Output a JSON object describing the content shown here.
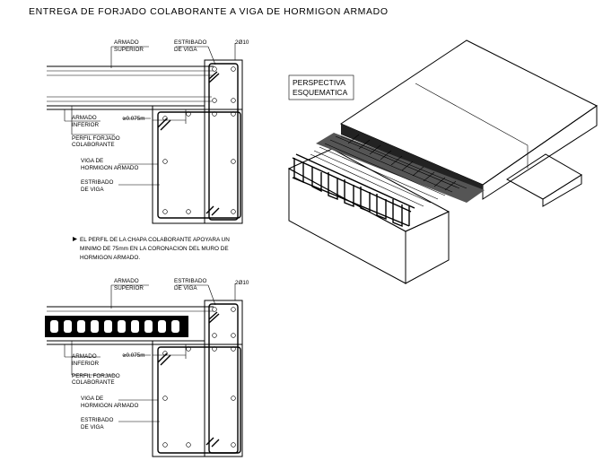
{
  "title": "ENTREGA DE FORJADO COLABORANTE A VIGA DE HORMIGON ARMADO",
  "perspective_label": [
    "PERSPECTIVA",
    "ESQUEMATICA"
  ],
  "note": [
    "EL PERFIL DE LA CHAPA COLABORANTE APOYARA UN",
    "MINIMO DE 75mm EN LA CORONACION DEL MURO DE",
    "HORMIGON ARMADO."
  ],
  "detail_top": {
    "armado_superior": [
      "ARMADO",
      "SUPERIOR"
    ],
    "estribado_viga_top": [
      "ESTRIBADO",
      "DE VIGA"
    ],
    "dimension": "2Ø10",
    "armado_inferior": [
      "ARMADO",
      "INFERIOR"
    ],
    "min_support": "≥0.075m",
    "perfil_forjado": [
      "PERFIL FORJADO",
      "COLABORANTE"
    ],
    "viga_hormigon": [
      "VIGA DE",
      "HORMIGON ARMADO"
    ],
    "estribado_viga_bottom": [
      "ESTRIBADO",
      "DE VIGA"
    ]
  },
  "detail_bottom": {
    "armado_superior": [
      "ARMADO",
      "SUPERIOR"
    ],
    "estribado_viga_top": [
      "ESTRIBADO",
      "DE VIGA"
    ],
    "dimension": "2Ø10",
    "armado_inferior": [
      "ARMADO",
      "INFERIOR"
    ],
    "min_support": "≥0.075m",
    "perfil_forjado": [
      "PERFIL FORJADO",
      "COLABORANTE"
    ],
    "viga_hormigon": [
      "VIGA DE",
      "HORMIGON ARMADO"
    ],
    "estribado_viga_bottom": [
      "ESTRIBADO",
      "DE VIGA"
    ]
  }
}
